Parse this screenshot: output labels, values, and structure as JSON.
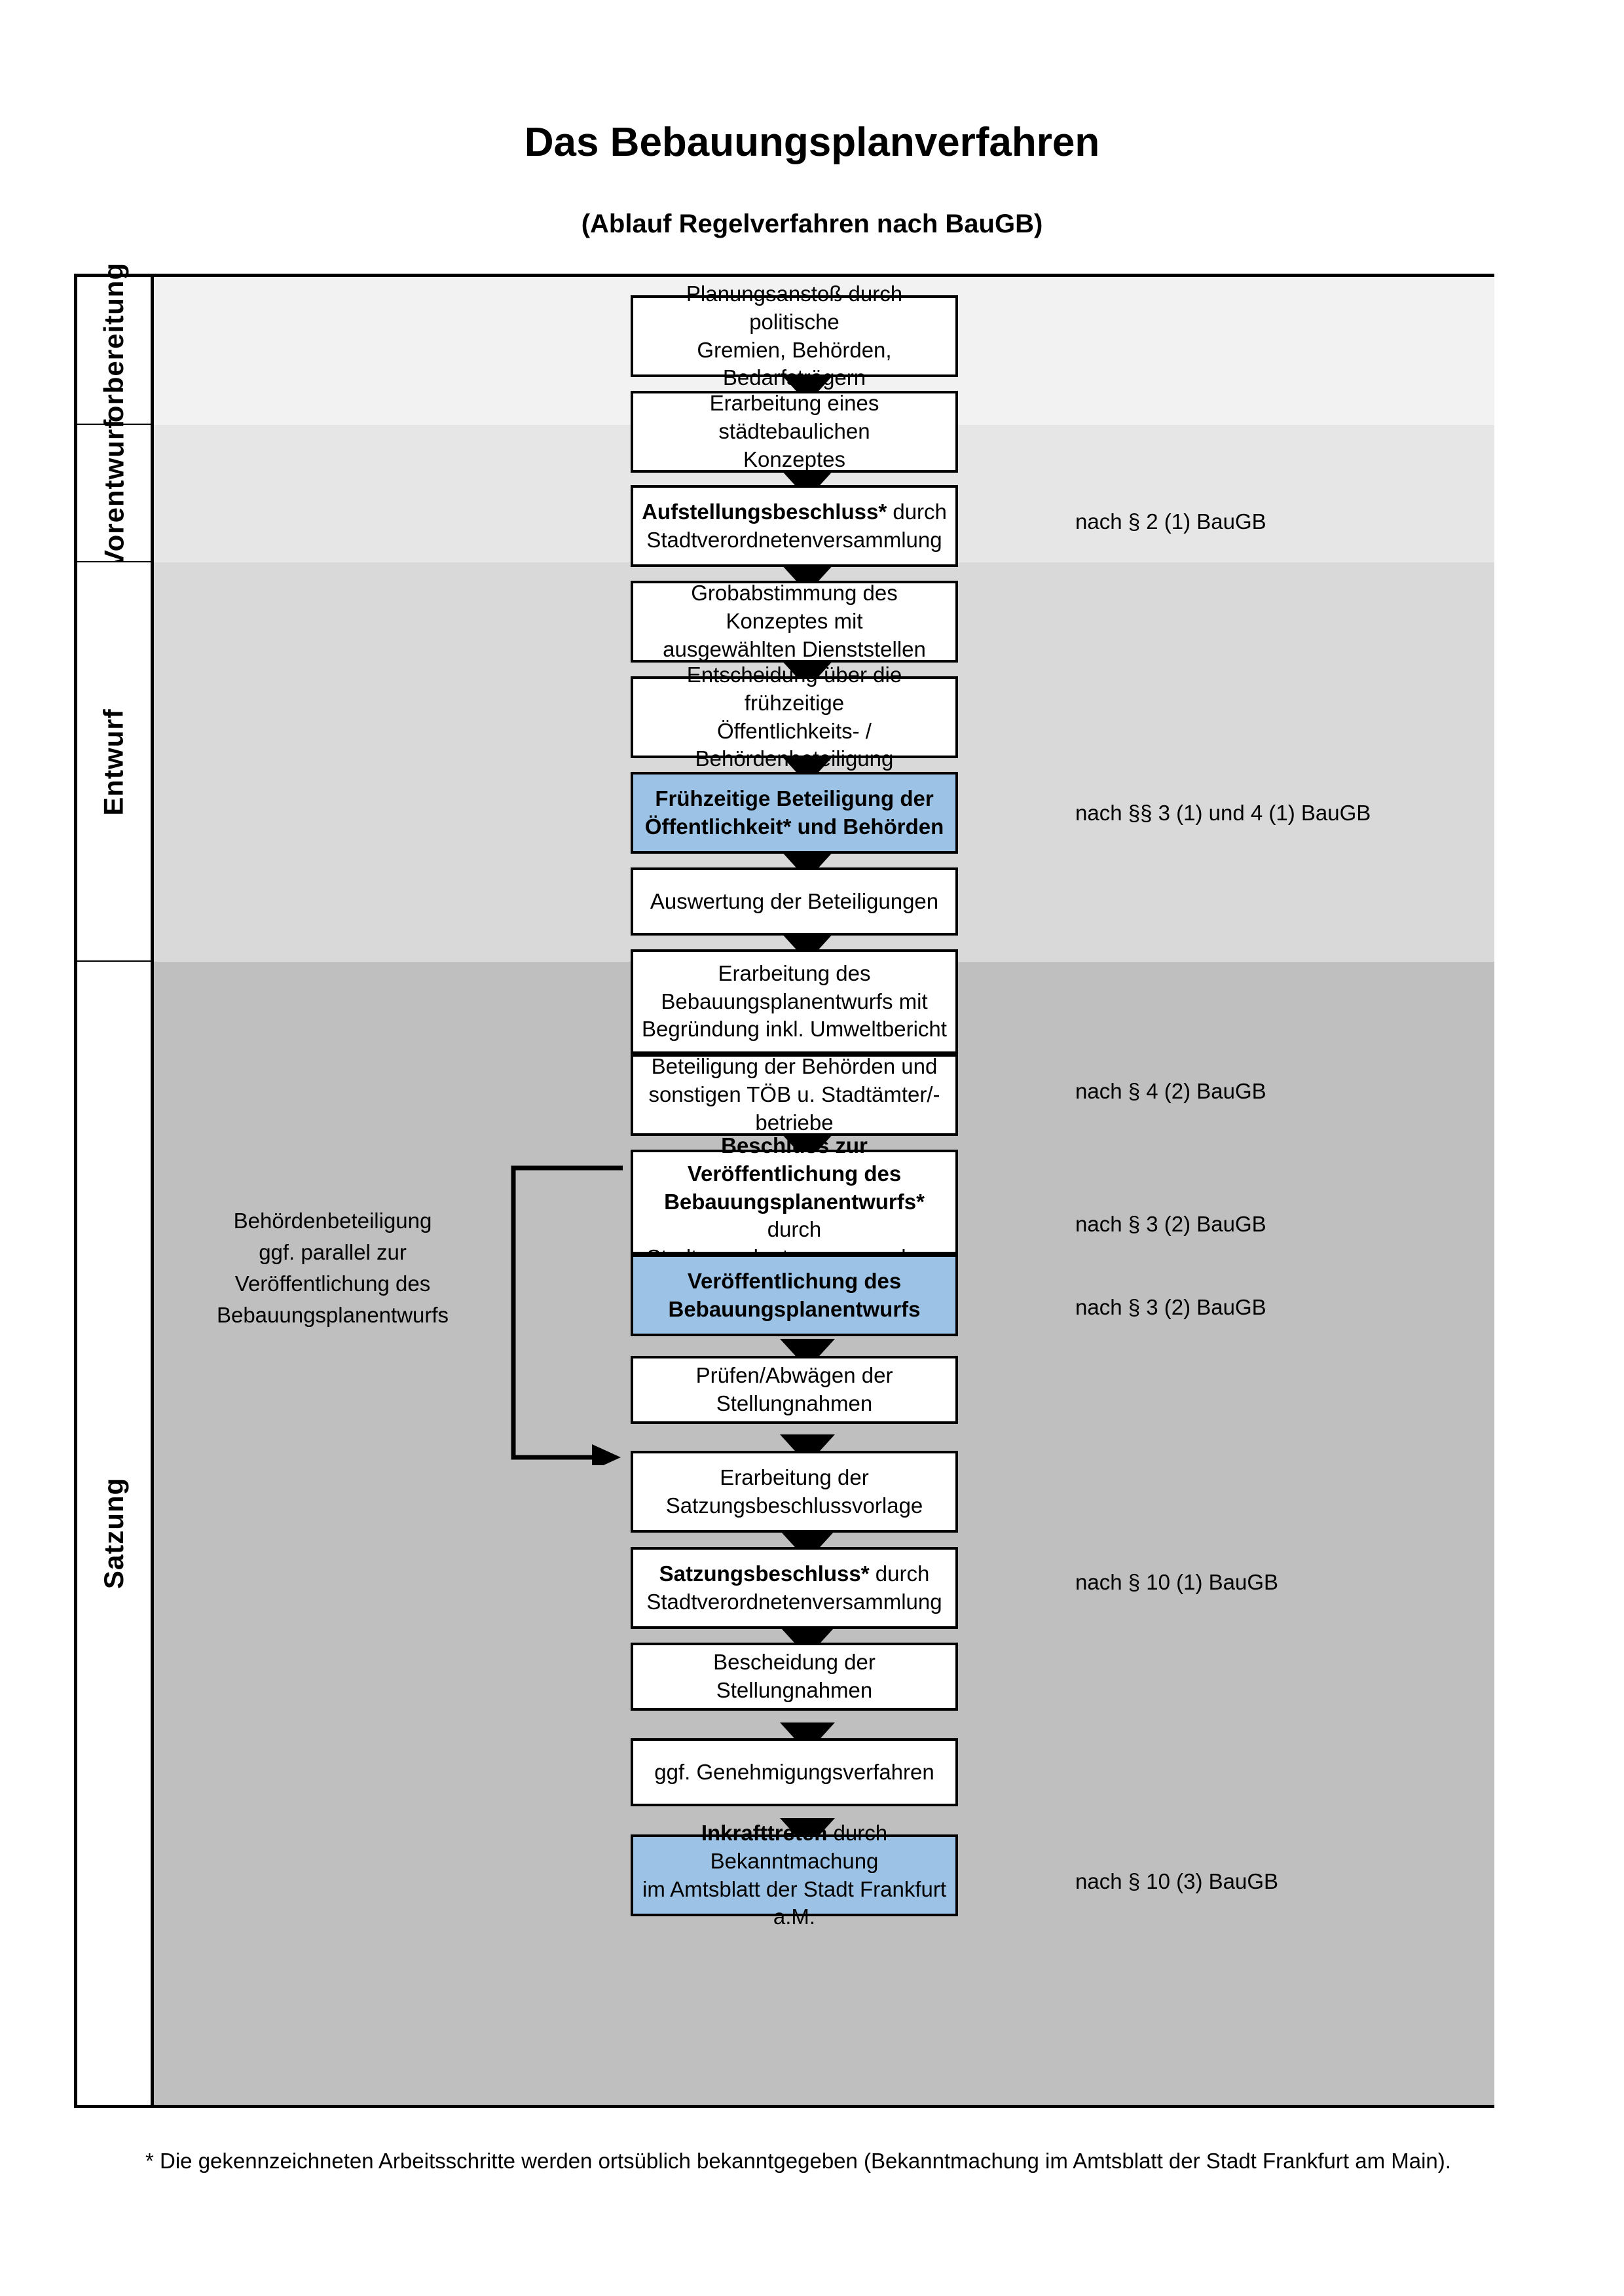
{
  "header": {
    "title": "Das Bebauungsplanverfahren",
    "subtitle": "(Ablauf Regelverfahren nach BauGB)"
  },
  "phases": [
    {
      "id": "vorbereitung",
      "label": "Vorbereitung",
      "band_color": "#F2F2F2"
    },
    {
      "id": "vorentwurf",
      "label": "Vorentwurf",
      "band_color": "#E6E6E6"
    },
    {
      "id": "entwurf",
      "label": "Entwurf",
      "band_color": "#D9D9D9"
    },
    {
      "id": "satzung",
      "label": "Satzung",
      "band_color": "#BFBFBF"
    }
  ],
  "steps": [
    {
      "id": "step-1",
      "phase": "vorbereitung",
      "line1": "Planungsanstoß durch politische",
      "line2": "Gremien, Behörden, Bedarfsträgern",
      "line3": "",
      "highlight": false
    },
    {
      "id": "step-2",
      "phase": "vorbereitung",
      "line1": "Erarbeitung eines städtebaulichen",
      "line2": "Konzeptes",
      "line3": "",
      "highlight": false
    },
    {
      "id": "step-3",
      "phase": "vorbereitung",
      "line1": "Aufstellungsbeschluss* durch",
      "line1_bold": "Aufstellungsbeschluss*",
      "line1_rest": " durch",
      "line2": "Stadtverordnetenversammlung",
      "line3": "",
      "highlight": false
    },
    {
      "id": "step-4",
      "phase": "vorentwurf",
      "line1": "Grobabstimmung des Konzeptes mit",
      "line2": "ausgewählten Dienststellen",
      "line3": "",
      "highlight": false
    },
    {
      "id": "step-5",
      "phase": "vorentwurf",
      "line1": "Entscheidung über die frühzeitige",
      "line2": "Öffentlichkeits- / Behördenbeteiligung",
      "line3": "",
      "highlight": false
    },
    {
      "id": "step-6",
      "phase": "vorentwurf",
      "line1": "Frühzeitige Beteiligung der",
      "line2": "Öffentlichkeit* und Behörden",
      "line3": "",
      "highlight": true
    },
    {
      "id": "step-7",
      "phase": "entwurf",
      "line1": "Auswertung der Beteiligungen",
      "line2": "",
      "line3": "",
      "highlight": false
    },
    {
      "id": "step-8",
      "phase": "entwurf",
      "line1": "Erarbeitung des",
      "line2": "Bebauungsplanentwurfs mit",
      "line3": "Begründung inkl. Umweltbericht",
      "highlight": false
    },
    {
      "id": "step-9",
      "phase": "entwurf",
      "line1": "Beteiligung der Behörden und",
      "line2": "sonstigen TÖB u. Stadtämter/-betriebe",
      "line3": "",
      "highlight": false
    },
    {
      "id": "step-10",
      "phase": "entwurf",
      "line1": "Beschluss zur Veröffentlichung des",
      "line2": "Bebauungsplanentwurfs* durch",
      "line3": "Stadtverordnetenversammlung",
      "highlight": false
    },
    {
      "id": "step-11",
      "phase": "entwurf",
      "line1": "Veröffentlichung des",
      "line2": "Bebauungsplanentwurfs",
      "line3": "",
      "highlight": true
    },
    {
      "id": "step-12",
      "phase": "satzung",
      "line1": "Prüfen/Abwägen der Stellungnahmen",
      "line2": "",
      "line3": "",
      "highlight": false
    },
    {
      "id": "step-13",
      "phase": "satzung",
      "line1": "Erarbeitung der",
      "line2": "Satzungsbeschlussvorlage",
      "line3": "",
      "highlight": false
    },
    {
      "id": "step-14",
      "phase": "satzung",
      "line1": "Satzungsbeschluss* durch",
      "line2": "Stadtverordnetenversammlung",
      "line3": "",
      "highlight": false
    },
    {
      "id": "step-15",
      "phase": "satzung",
      "line1": "Bescheidung der Stellungnahmen",
      "line2": "",
      "line3": "",
      "highlight": false
    },
    {
      "id": "step-16",
      "phase": "satzung",
      "line1": "ggf. Genehmigungsverfahren",
      "line2": "",
      "line3": "",
      "highlight": false
    },
    {
      "id": "step-17",
      "phase": "satzung",
      "line1": "Inkrafttreten durch Bekanntmachung",
      "line2": "im Amtsblatt der Stadt Frankfurt a.M.",
      "line3": "",
      "highlight": true
    }
  ],
  "legal_references": [
    {
      "id": "legal-1",
      "text": "nach § 2 (1) BauGB"
    },
    {
      "id": "legal-2",
      "text": "nach §§ 3 (1) und 4 (1) BauGB"
    },
    {
      "id": "legal-3",
      "text": "nach § 4 (2) BauGB"
    },
    {
      "id": "legal-4",
      "text": "nach § 3 (2) BauGB"
    },
    {
      "id": "legal-5",
      "text": "nach § 3 (2) BauGB"
    },
    {
      "id": "legal-6",
      "text": "nach § 10 (1) BauGB"
    },
    {
      "id": "legal-7",
      "text": "nach § 10 (3) BauGB"
    }
  ],
  "side_note": {
    "line1": "Behördenbeteiligung",
    "line2": "ggf. parallel zur",
    "line3": "Veröffentlichung des",
    "line4": "Bebauungsplanentwurfs"
  },
  "footnote": {
    "text": "* Die gekennzeichneten Arbeitsschritte werden ortsüblich bekanntgegeben (Bekanntmachung im Amtsblatt  der Stadt Frankfurt am Main)."
  },
  "colors": {
    "highlight_box": "#9CC3E5",
    "border": "#000000",
    "band_vorbereitung": "#F2F2F2",
    "band_vorentwurf": "#E6E6E6",
    "band_entwurf": "#D9D9D9",
    "band_satzung": "#BFBFBF"
  }
}
